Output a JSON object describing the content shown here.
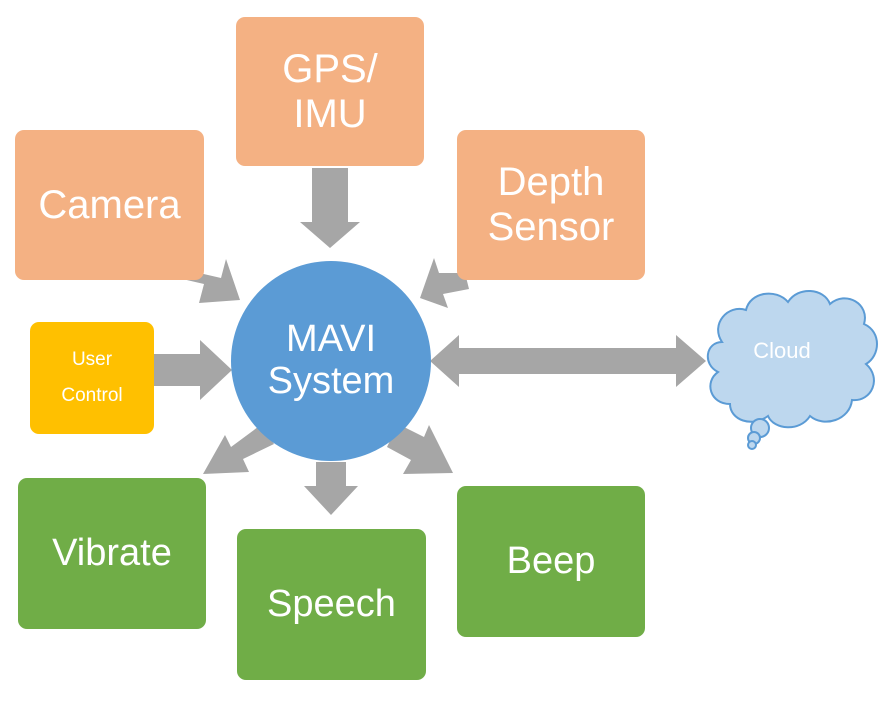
{
  "diagram": {
    "hub": {
      "line1": "MAVI",
      "line2": "System"
    },
    "inputs": {
      "gps": {
        "line1": "GPS/",
        "line2": "IMU"
      },
      "camera": {
        "label": "Camera"
      },
      "depth": {
        "line1": "Depth",
        "line2": "Sensor"
      },
      "user_control": {
        "line1": "User",
        "line2": "Control"
      }
    },
    "outputs": {
      "vibrate": {
        "label": "Vibrate"
      },
      "speech": {
        "label": "Speech"
      },
      "beep": {
        "label": "Beep"
      }
    },
    "cloud": {
      "label": "Cloud"
    }
  },
  "colors": {
    "input": "#f4b183",
    "output": "#70ad47",
    "control": "#ffc000",
    "hub": "#5b9bd5",
    "cloud_fill": "#bdd7ee",
    "cloud_stroke": "#5b9bd5",
    "arrow": "#a6a6a6"
  }
}
